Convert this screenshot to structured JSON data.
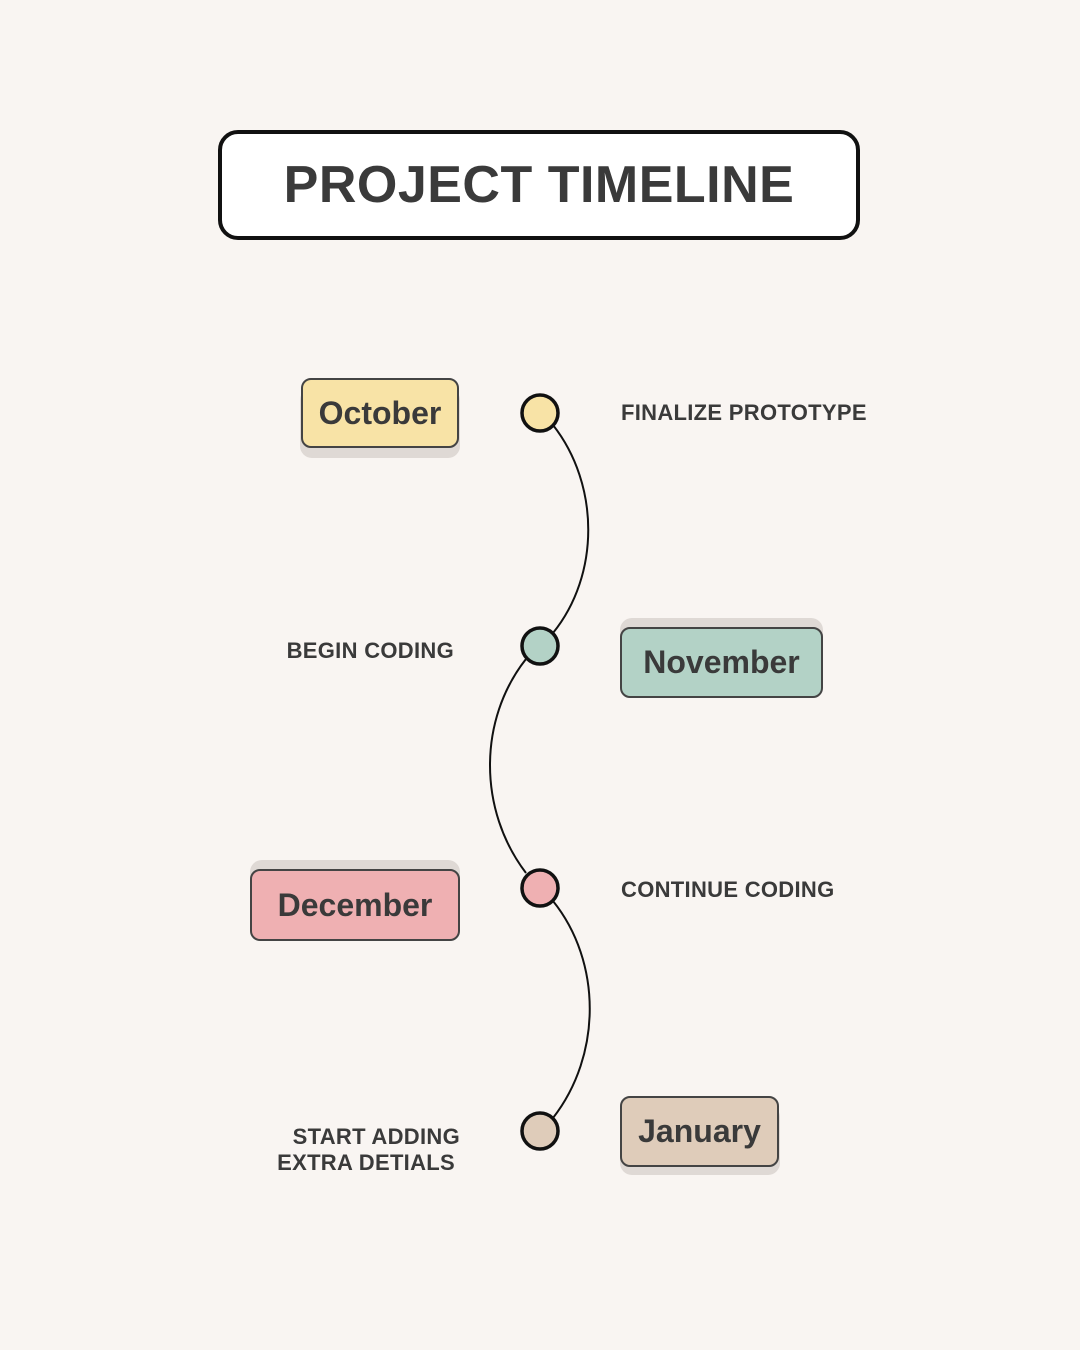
{
  "title": "PROJECT TIMELINE",
  "colors": {
    "background": "#f9f5f2",
    "october": "#f8e3a6",
    "november": "#b3d2c6",
    "december": "#efb0b2",
    "january": "#dfccba",
    "shadow": "#dfd9d5"
  },
  "milestones": [
    {
      "month": "October",
      "task": "FINALIZE PROTOTYPE"
    },
    {
      "month": "November",
      "task": "BEGIN CODING"
    },
    {
      "month": "December",
      "task": "CONTINUE CODING"
    },
    {
      "month": "January",
      "task_lines": [
        "START ADDING",
        "EXTRA DETIALS"
      ]
    }
  ]
}
